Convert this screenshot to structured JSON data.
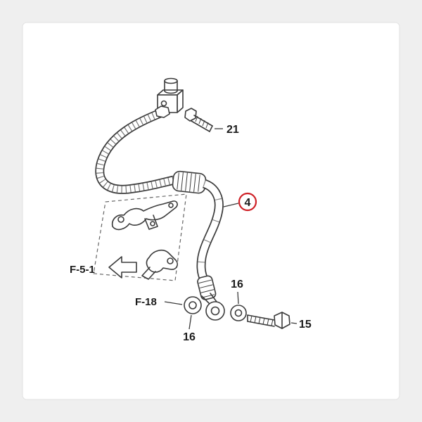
{
  "diagram": {
    "callouts": {
      "bolt_top": "21",
      "hose": "4",
      "washer_left": "16",
      "washer_right": "16",
      "bolt_right": "15"
    },
    "references": {
      "bracket": "F-5-1",
      "washer_section": "F-18"
    },
    "colors": {
      "line": "#3b3b3b",
      "highlight": "#cf2127",
      "panel": "#ffffff",
      "frame": "#efefef"
    }
  }
}
